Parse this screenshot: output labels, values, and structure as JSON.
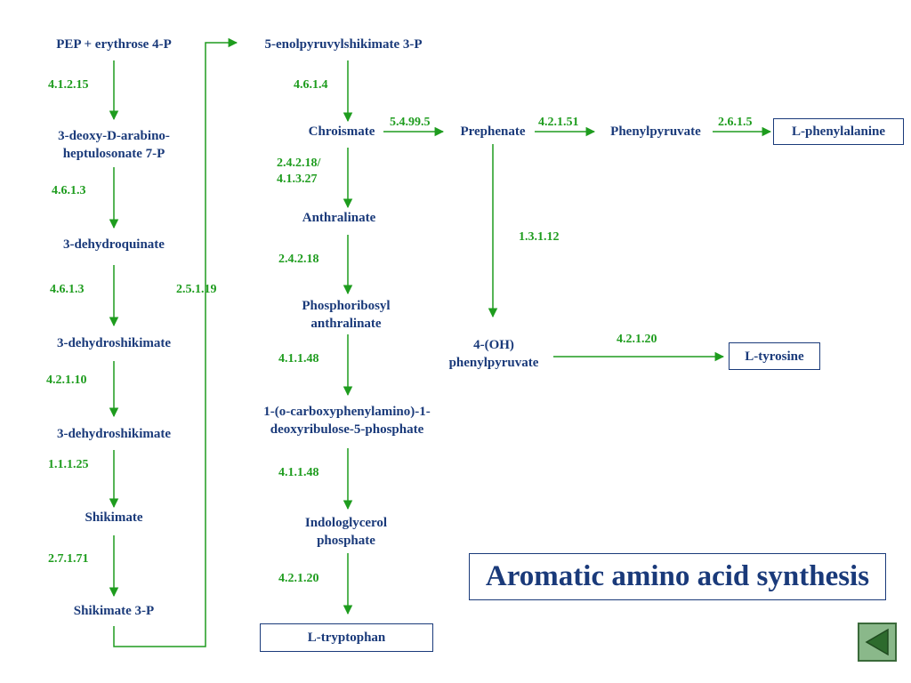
{
  "title": "Aromatic amino acid synthesis",
  "colors": {
    "compound": "#1a3a7a",
    "enzyme": "#1e9c1e",
    "arrow": "#1e9c1e"
  },
  "compounds": {
    "pep_e4p": "PEP + erythrose 4-P",
    "dahp_1": "3-deoxy-D-arabino-",
    "dahp_2": "heptulosonate 7-P",
    "dehydroquinate": "3-dehydroquinate",
    "dehydroshikimate_a": "3-dehydroshikimate",
    "dehydroshikimate_b": "3-dehydroshikimate",
    "shikimate": "Shikimate",
    "shikimate_3p": "Shikimate 3-P",
    "enolpyruvyl": "5-enolpyruvylshikimate 3-P",
    "chorismate": "Chroismate",
    "prephenate": "Prephenate",
    "phenylpyruvate": "Phenylpyruvate",
    "l_phenylalanine": "L-phenylalanine",
    "anthralinate": "Anthralinate",
    "prib_1": "Phosphoribosyl",
    "prib_2": "anthralinate",
    "cdrp_1": "1-(o-carboxyphenylamino)-1-",
    "cdrp_2": "deoxyribulose-5-phosphate",
    "igp_1": "Indologlycerol",
    "igp_2": "phosphate",
    "l_tryptophan": "L-tryptophan",
    "ohpp_1": "4-(OH)",
    "ohpp_2": "phenylpyruvate",
    "l_tyrosine": "L-tyrosine"
  },
  "enzymes": {
    "e1": "4.1.2.15",
    "e2": "4.6.1.3",
    "e3": "4.6.1.3",
    "e4": "4.2.1.10",
    "e5": "1.1.1.25",
    "e6": "2.7.1.71",
    "e7": "2.5.1.19",
    "e8": "4.6.1.4",
    "e9": "5.4.99.5",
    "e10": "4.2.1.51",
    "e11": "2.6.1.5",
    "e12a": "2.4.2.18/",
    "e12b": "4.1.3.27",
    "e13": "2.4.2.18",
    "e14": "4.1.1.48",
    "e15": "4.1.1.48",
    "e16": "4.2.1.20",
    "e17": "1.3.1.12",
    "e18": "4.2.1.20"
  },
  "navigation": {
    "back_icon": "back-arrow-icon"
  }
}
